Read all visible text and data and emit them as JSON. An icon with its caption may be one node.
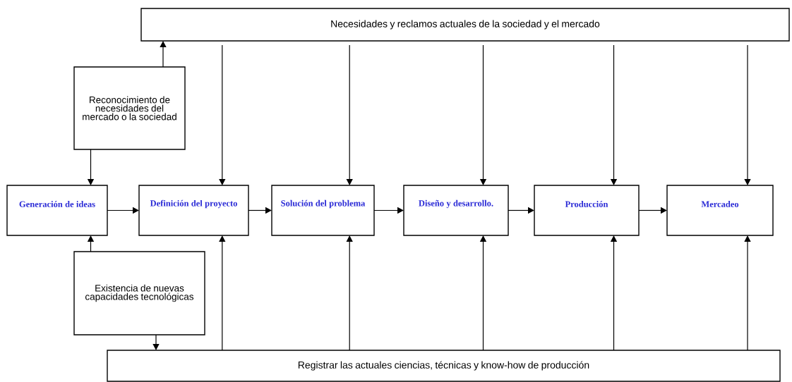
{
  "diagram": {
    "nodes": [
      {
        "text": [
          "Necesidades y reclamos actuales de la sociedad y el mercado"
        ]
      },
      {
        "text": [
          "Reconocimiento de necesidades del mercado o la sociedad"
        ]
      },
      {
        "text": [
          "Generación de ideas"
        ]
      },
      {
        "text": [
          "Definición del proyecto"
        ]
      },
      {
        "text": [
          "Solución del problema"
        ]
      },
      {
        "text": [
          "Diseño y desarrollo."
        ]
      },
      {
        "text": [
          "Producción"
        ]
      },
      {
        "text": [
          "Mercadeo"
        ]
      },
      {
        "text": [
          "Existencia de nuevas capacidades tecnológicas"
        ]
      },
      {
        "text": [
          "Registrar  las actuales ciencias, técnicas y know-how de producción"
        ]
      }
    ],
    "edges": [
      {
        "from": 1,
        "to": 0,
        "arrow": "to"
      },
      {
        "from": 0,
        "to": 3,
        "arrow": "to"
      },
      {
        "from": 0,
        "to": 4,
        "arrow": "to"
      },
      {
        "from": 0,
        "to": 5,
        "arrow": "to"
      },
      {
        "from": 0,
        "to": 6,
        "arrow": "to"
      },
      {
        "from": 0,
        "to": 7,
        "arrow": "to"
      },
      {
        "from": 1,
        "to": 2,
        "arrow": "to"
      },
      {
        "from": 2,
        "to": 3,
        "arrow": "to"
      },
      {
        "from": 3,
        "to": 4,
        "arrow": "to"
      },
      {
        "from": 4,
        "to": 5,
        "arrow": "to"
      },
      {
        "from": 5,
        "to": 6,
        "arrow": "to"
      },
      {
        "from": 6,
        "to": 7,
        "arrow": "to"
      },
      {
        "from": 8,
        "to": 2,
        "arrow": "to"
      },
      {
        "from": 9,
        "to": 3,
        "arrow": "to"
      },
      {
        "from": 9,
        "to": 4,
        "arrow": "to"
      },
      {
        "from": 9,
        "to": 5,
        "arrow": "to"
      },
      {
        "from": 9,
        "to": 6,
        "arrow": "to"
      },
      {
        "from": 9,
        "to": 7,
        "arrow": "to"
      },
      {
        "from": 8,
        "to": 9,
        "arrow": "to"
      }
    ]
  }
}
